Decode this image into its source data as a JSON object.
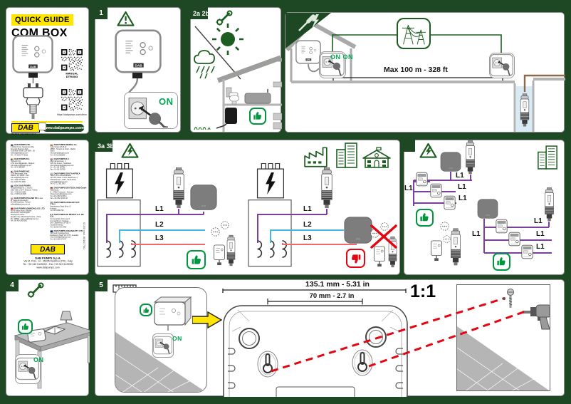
{
  "labels": {
    "on": "ON",
    "on_on": "ON ON",
    "max_distance": "Max 100 m - 328 ft",
    "l1": "L1",
    "l2": "L2",
    "l3": "L3",
    "dim_outer": "135.1 mm - 5.31 in",
    "dim_inner": "70 mm - 2.7 in",
    "scale": "1:1"
  },
  "steps": {
    "s1": "1",
    "s2": "2a 2b",
    "s3": "3a 3b",
    "s4": "4",
    "s5": "5"
  },
  "cover": {
    "tag": "QUICK GUIDE",
    "product": "COM BOX",
    "qr1_caption_line1": "MANUAL",
    "qr1_caption_line2": "DTRON3",
    "qr2_caption": "https://dabpumps.com/dtron",
    "logo": "DAB",
    "logo_sub": "WATER TECHNOLOGY",
    "website": "www.dabpumps.com"
  },
  "device": {
    "brand": "DAB"
  },
  "contacts": {
    "entries": [
      {
        "col": 1,
        "country": "gb",
        "name": "DAB PUMPS LTD.",
        "lines": [
          "6 Gilbert Court, Newcomen Way",
          "Severalls Business Park",
          "Colchester, Essex C04 9WN - UK",
          "salesuk@dwtgroup.com",
          "Tel. +44 0333 777 5010"
        ]
      },
      {
        "col": 1,
        "country": "be",
        "name": "DAB PUMPS B.V.",
        "lines": [
          "'tHofveld 6 C1",
          "1702 Groot Bijgaarden - Belgium",
          "info.belgium@dwtgroup.com",
          "Tel. +32 2 4668353"
        ]
      },
      {
        "col": 1,
        "country": "us",
        "name": "DAB PUMPS INC.",
        "lines": [
          "3226 Benchmark Drive",
          "Ladson, SC 29456 - USA",
          "info.usa@dwtgroup.com",
          "Tel. 1-843-797-5002",
          "Fax 1-843-797-3366"
        ]
      },
      {
        "col": 1,
        "country": "ru",
        "name": "OOO DAB PUMPS",
        "lines": [
          "Novgorodskaya str. 1, block G",
          "office 308, 127247, Moscow - Russia",
          "Tel. +7 495 122 0035",
          "Fax +7 495 122 0036"
        ]
      },
      {
        "col": 1,
        "country": "pl",
        "name": "DAB PUMPS POLAND SP. z o.o.",
        "lines": [
          "Ul. Janka Muzykanta 60",
          "02-188 Warszawa - Poland",
          "polska@dabpumps.com.pl"
        ]
      },
      {
        "col": 1,
        "country": "cn",
        "name": "DAB PUMPS (QINGDAO) CO. LTD.",
        "lines": [
          "No.40 Kaituo Road, Qingdao",
          "Economic & Technological",
          "Development Zone",
          "Qingdao City, Shandong Province - China",
          "PC: 266500 - sales.cn@dwtgroup.com",
          "Tel. +86 400 186 8280"
        ]
      },
      {
        "col": 2,
        "country": "es",
        "name": "DAB PUMPS IBERICA S.L.",
        "lines": [
          "Calle Verano 18-20-22",
          "28850 - Torrejón de Ardoz - Madrid",
          "Spain",
          "Info.spain@dwtgroup.com",
          "Tel. +34 91 6569545"
        ]
      },
      {
        "col": 2,
        "country": "nl",
        "name": "DAB PUMPS B.V.",
        "lines": [
          "Albert Einsteinweg, 4",
          "5151 DL Drunen - Nederland",
          "info.netherlands@dwtgroup.com",
          "Tel. +31 416 387280",
          "Fax +31 416 387299"
        ]
      },
      {
        "col": 2,
        "country": "za",
        "name": "DAB PUMPS SOUTH AFRICA",
        "lines": [
          "Twenty One industrial Estate",
          "16 Purlin Street, Unit B, Warehouse 4",
          "Olifantsfontein - 1666 - South Africa",
          "salessa@dwtgroup.com",
          "Tel. +27 12 361 3997"
        ]
      },
      {
        "col": 2,
        "country": "de",
        "name": "DAB PUMPS DEUTSCHLAND GmbH",
        "lines": [
          "Tackweg 11",
          "D - 47918 Tönisvorst - Germany",
          "info.germany@dwtgroup.com",
          "Tel. +49 2151 82136-0",
          "Fax +49 2151 82136-36"
        ]
      },
      {
        "col": 2,
        "country": "hu",
        "name": "DAB PUMPS HUNGARY KFT.",
        "lines": [
          "H-8800",
          "Nagykanizsa, Buda Ernő u.5",
          "Hungary",
          "Tel. +36 93501700"
        ]
      },
      {
        "col": 2,
        "country": "mx",
        "name": "DAB PUMPS DE MÉXICO S.A. DE C.V.",
        "lines": [
          "Av Amsterdam 101 Local 4",
          "Col. Hipódromo Condesa",
          "Del. Cuauhtémoc CP 06170",
          "Ciudad de México",
          "Tel. +52 55 6719 0493"
        ]
      },
      {
        "col": 2,
        "country": "au",
        "name": "DAB PUMPS OCEANIA PTY LTD",
        "lines": [
          "426 South Gippsland Hwy",
          "Dandenong South VIC 3175 - Australia",
          "info.oceania@dwtgroup.com",
          "Tel. +61 1300 373 677"
        ]
      }
    ],
    "footer_name": "DAB PUMPS S.p.A.",
    "footer_lines": [
      "Via M. Polo, 14 - 35035 Mestrino (PD) - Italy",
      "Tel. +39 049 5125000 - Fax +39 049 5125950",
      "www.dabpumps.com"
    ],
    "side_code": "07/20 cod. 60187750"
  },
  "icons": {
    "warning": "warning-triangle",
    "warning_electric": "warning-triangle-lightning",
    "tools": "wrench-gear",
    "electric_install": "screwdriver-lightning",
    "ruler": "ruler",
    "thumb_up": "thumbs-up",
    "thumb_down": "thumbs-down"
  },
  "colors": {
    "background": "#1d4823",
    "accent_green": "#00a651",
    "outline_green": "#1b5e20",
    "yellow": "#ffe500",
    "phase_l1": "#7b3f9d",
    "phase_l2": "#45b6e8",
    "phase_l3": "#f0686b",
    "alert_red": "#e30613",
    "water": "#d8eaf3",
    "box_gray": "#7d7d7d"
  }
}
